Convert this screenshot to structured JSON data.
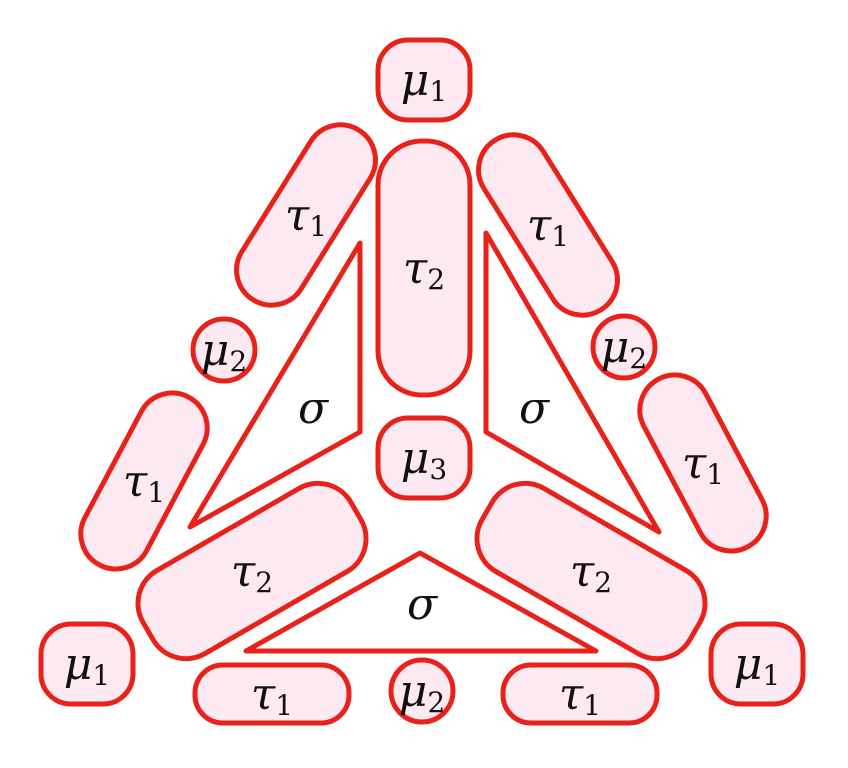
{
  "colors": {
    "stroke": "#e8221b",
    "fill": "#fde9f2",
    "triangle_fill": "#ffffff",
    "text": "#111111"
  },
  "cells": [
    {
      "id": "mu1-top",
      "kind": "mu",
      "sub": "1"
    },
    {
      "id": "tau1-upper-left",
      "kind": "tau",
      "sub": "1"
    },
    {
      "id": "tau2-top",
      "kind": "tau",
      "sub": "2"
    },
    {
      "id": "tau1-upper-right",
      "kind": "tau",
      "sub": "1"
    },
    {
      "id": "mu2-left",
      "kind": "mu",
      "sub": "2"
    },
    {
      "id": "mu2-right",
      "kind": "mu",
      "sub": "2"
    },
    {
      "id": "mu3-center",
      "kind": "mu",
      "sub": "3"
    },
    {
      "id": "tau1-lower-left",
      "kind": "tau",
      "sub": "1"
    },
    {
      "id": "tau1-lower-right",
      "kind": "tau",
      "sub": "1"
    },
    {
      "id": "tau2-lower-left",
      "kind": "tau",
      "sub": "2"
    },
    {
      "id": "tau2-lower-right",
      "kind": "tau",
      "sub": "2"
    },
    {
      "id": "mu1-bottom-left",
      "kind": "mu",
      "sub": "1"
    },
    {
      "id": "mu1-bottom-right",
      "kind": "mu",
      "sub": "1"
    },
    {
      "id": "tau1-bottom-left",
      "kind": "tau",
      "sub": "1"
    },
    {
      "id": "mu2-bottom",
      "kind": "mu",
      "sub": "2"
    },
    {
      "id": "tau1-bottom-right",
      "kind": "tau",
      "sub": "1"
    },
    {
      "id": "sigma-left",
      "kind": "sigma",
      "sub": ""
    },
    {
      "id": "sigma-right",
      "kind": "sigma",
      "sub": ""
    },
    {
      "id": "sigma-bottom",
      "kind": "sigma",
      "sub": ""
    }
  ],
  "symbols": {
    "mu": "μ",
    "tau": "τ",
    "sigma": "σ"
  }
}
